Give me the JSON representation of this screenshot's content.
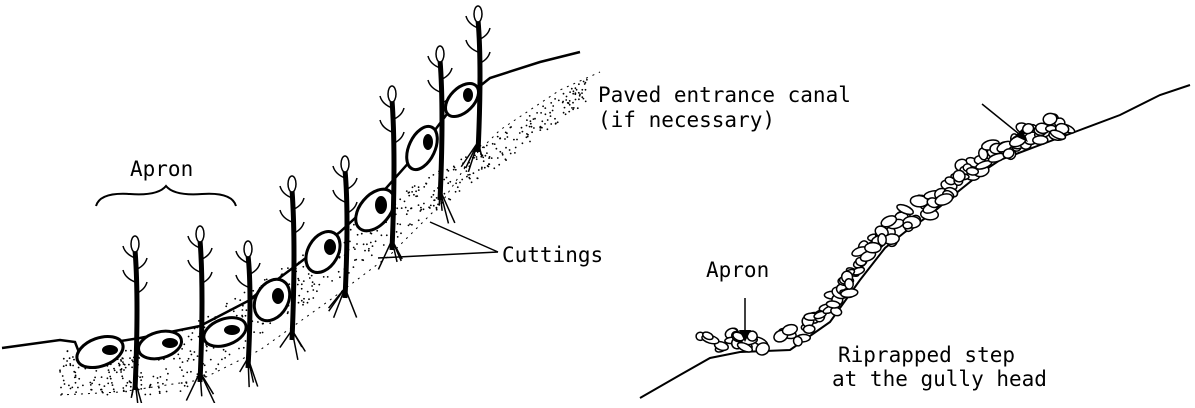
{
  "labels": {
    "apron_left": "Apron",
    "cuttings": "Cuttings",
    "paved_canal_line1": "Paved entrance canal",
    "paved_canal_line2": "(if necessary)",
    "apron_right": "Apron",
    "riprap_line1": "Riprapped step",
    "riprap_line2": "at the gully head"
  },
  "colors": {
    "ink": "#000000",
    "paper": "#ffffff"
  }
}
